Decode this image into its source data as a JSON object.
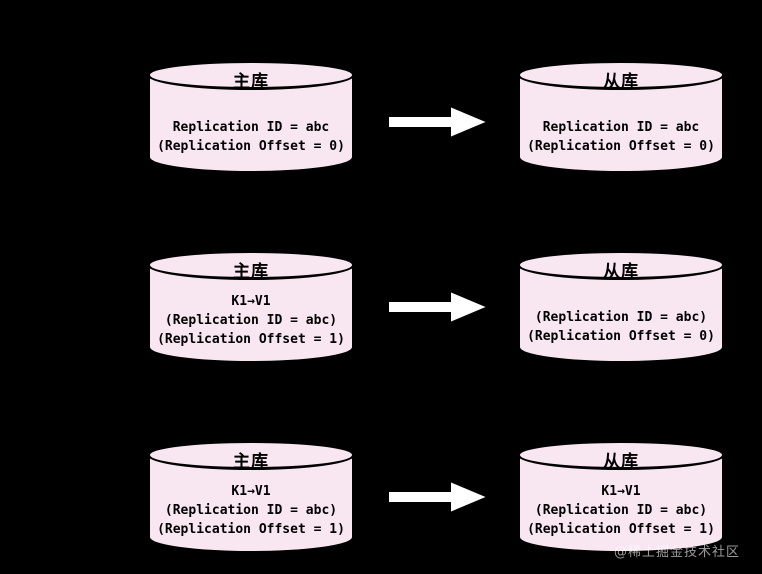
{
  "page": {
    "watermark": "@稀土掘金技术社区"
  },
  "colors": {
    "page_bg": "#000000",
    "cylinder_fill": "#F8E7F1",
    "cylinder_stroke": "#000000",
    "arrow_fill": "#FFFFFF",
    "text_color": "#000000"
  },
  "rows": [
    {
      "master": {
        "title": "主库",
        "lines": [
          "Replication ID = abc",
          "(Replication Offset = 0)"
        ]
      },
      "slave": {
        "title": "从库",
        "lines": [
          "Replication ID = abc",
          "(Replication Offset = 0)"
        ]
      }
    },
    {
      "master": {
        "title": "主库",
        "lines": [
          "K1→V1",
          "(Replication ID = abc)",
          "(Replication Offset = 1)"
        ]
      },
      "slave": {
        "title": "从库",
        "lines": [
          "(Replication ID = abc)",
          "(Replication Offset = 0)"
        ]
      }
    },
    {
      "master": {
        "title": "主库",
        "lines": [
          "K1→V1",
          "(Replication ID = abc)",
          "(Replication Offset = 1)"
        ]
      },
      "slave": {
        "title": "从库",
        "lines": [
          "K1→V1",
          "(Replication ID = abc)",
          "(Replication Offset = 1)"
        ]
      }
    }
  ]
}
